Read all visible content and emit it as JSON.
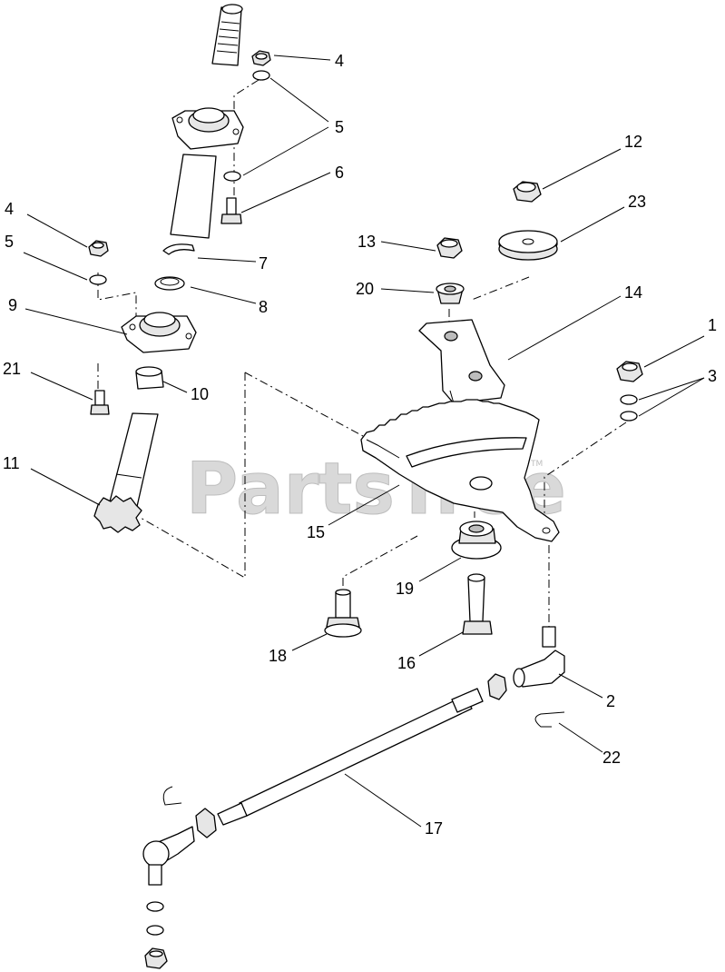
{
  "watermark": {
    "text": "PartsTree",
    "trademark": "TM"
  },
  "callouts": [
    {
      "id": "c4a",
      "label": "4"
    },
    {
      "id": "c5a",
      "label": "5"
    },
    {
      "id": "c6",
      "label": "6"
    },
    {
      "id": "c4b",
      "label": "4"
    },
    {
      "id": "c5b",
      "label": "5"
    },
    {
      "id": "c7",
      "label": "7"
    },
    {
      "id": "c8",
      "label": "8"
    },
    {
      "id": "c9",
      "label": "9"
    },
    {
      "id": "c21",
      "label": "21"
    },
    {
      "id": "c10",
      "label": "10"
    },
    {
      "id": "c11",
      "label": "11"
    },
    {
      "id": "c12",
      "label": "12"
    },
    {
      "id": "c23",
      "label": "23"
    },
    {
      "id": "c13",
      "label": "13"
    },
    {
      "id": "c20",
      "label": "20"
    },
    {
      "id": "c14",
      "label": "14"
    },
    {
      "id": "c1",
      "label": "1"
    },
    {
      "id": "c3",
      "label": "3"
    },
    {
      "id": "c15",
      "label": "15"
    },
    {
      "id": "c19",
      "label": "19"
    },
    {
      "id": "c18",
      "label": "18"
    },
    {
      "id": "c16",
      "label": "16"
    },
    {
      "id": "c2",
      "label": "2"
    },
    {
      "id": "c22",
      "label": "22"
    },
    {
      "id": "c17",
      "label": "17"
    }
  ]
}
